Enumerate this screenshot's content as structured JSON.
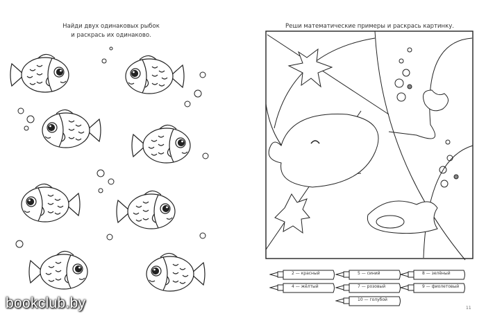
{
  "left_page": {
    "title_line1": "Найди двух одинаковых рыбок",
    "title_line2": "и раскрась их одинаково."
  },
  "right_page": {
    "title": "Реши математические примеры и раскрась картинку.",
    "legend": [
      {
        "label": "2 — красный",
        "color": "#e53935"
      },
      {
        "label": "5 — синий",
        "color": "#1e40af"
      },
      {
        "label": "8 — зелёный",
        "color": "#2e7d32"
      },
      {
        "label": "4 — жёлтый",
        "color": "#fdd835"
      },
      {
        "label": "7 — розовый",
        "color": "#f48fb1"
      },
      {
        "label": "9 — фиолетовый",
        "color": "#7b1fa2"
      },
      {
        "label": "10 — голубой",
        "color": "#4fc3f7"
      }
    ],
    "page_number": "11"
  },
  "watermark": "bookclub.by"
}
